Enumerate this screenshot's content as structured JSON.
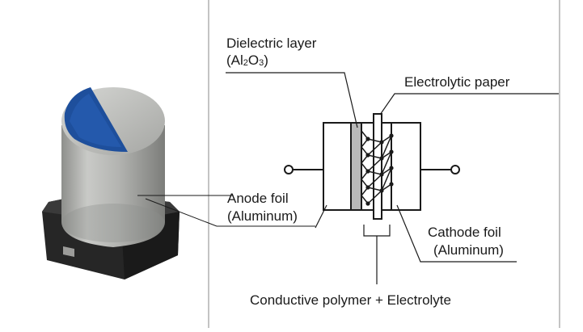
{
  "labels": {
    "dielectric_line1": "Dielectric layer",
    "dielectric_formula": {
      "a": "(Al",
      "s1": "2",
      "b": "O",
      "s2": "3",
      "c": ")"
    },
    "electrolytic_paper": "Electrolytic paper",
    "anode_line1": "Anode foil",
    "anode_line2": "(Aluminum)",
    "cathode_line1": "Cathode foil",
    "cathode_line2": "(Aluminum)",
    "polymer": "Conductive polymer + Electrolyte"
  },
  "colors": {
    "capacitor_body": "#a9aaa7",
    "capacitor_top_mark": "#1e4f9c",
    "base": "#2b2b2b",
    "dielectric_fill": "#b9b9b9",
    "lines": "#1a1a1a"
  }
}
